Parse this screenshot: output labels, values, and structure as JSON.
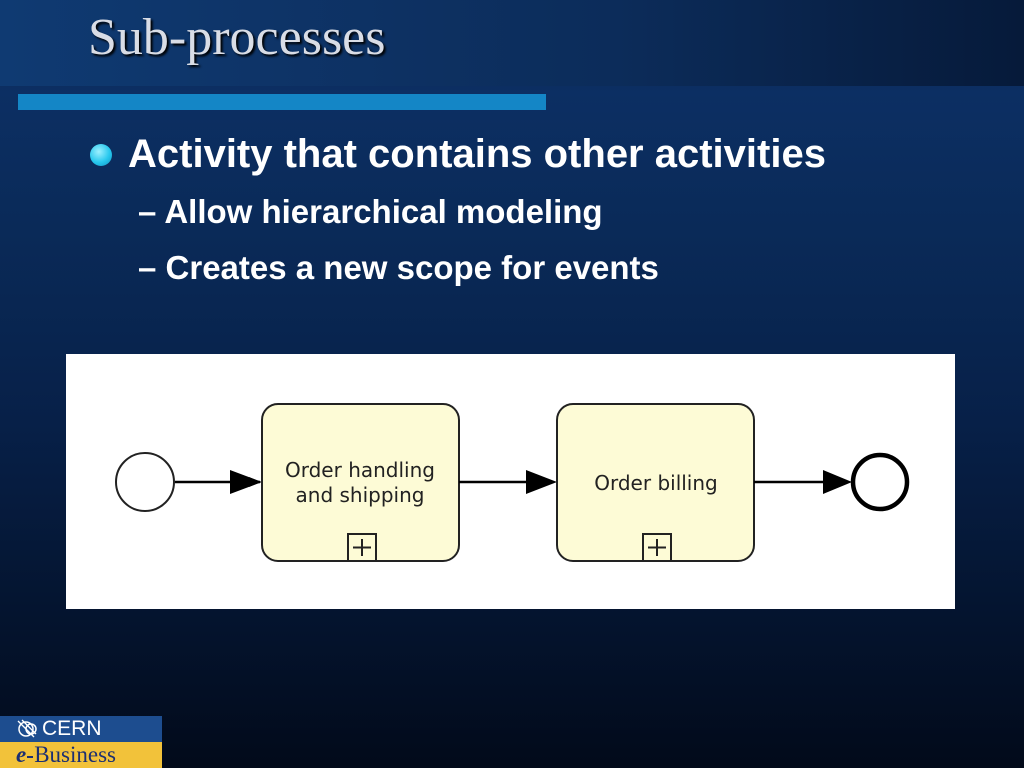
{
  "slide": {
    "title": "Sub-processes",
    "bullet": "Activity that contains other activities",
    "sub_bullets": [
      "Allow hierarchical modeling",
      "Creates a new scope for events"
    ],
    "dash": "–"
  },
  "diagram": {
    "subprocess_1": [
      "Order handling",
      "and shipping"
    ],
    "subprocess_2": "Order billing",
    "expand_marker": "+"
  },
  "logo": {
    "line1": "CERN",
    "line2_prefix": "e",
    "line2": "Business"
  },
  "colors": {
    "accent": "#1486c6",
    "task_fill": "#fdfbd6",
    "logo_blue": "#1d4d8f",
    "logo_yellow": "#f2c23a"
  }
}
